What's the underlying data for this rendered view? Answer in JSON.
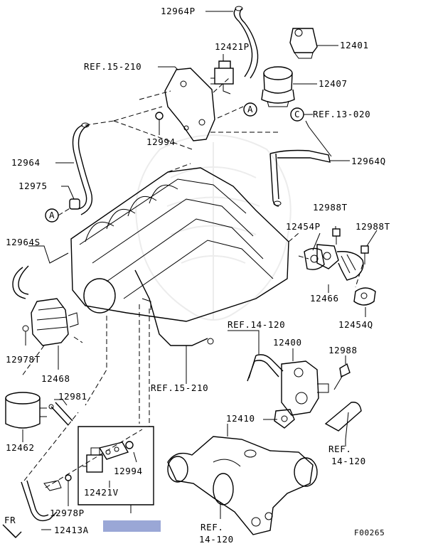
{
  "labels": {
    "p12964p": "12964P",
    "p12421p": "12421P",
    "p12401": "12401",
    "ref15210_top": "REF.15-210",
    "p12407": "12407",
    "circleA": "A",
    "ref13020": "REF.13-020",
    "p12994_top": "12994",
    "p12964": "12964",
    "p12964q": "12964Q",
    "p12975": "12975",
    "p12988t_left": "12988T",
    "p12988t_right": "12988T",
    "p12454p": "12454P",
    "p12964s": "12964S",
    "p12466": "12466",
    "p12454q": "12454Q",
    "ref14120_top": "REF.14-120",
    "p12400": "12400",
    "p12988": "12988",
    "p12978t": "12978T",
    "p12468": "12468",
    "ref15210_mid": "REF.15-210",
    "p12981": "12981",
    "p12410": "12410",
    "p12462": "12462",
    "ref14120_right_1": "REF.",
    "ref14120_right_2": "14-120",
    "p12994_bottom": "12994",
    "p12421v": "12421V",
    "p12978p": "12978P",
    "fr": "FR",
    "p12413a": "12413A",
    "ref14120_bottom_1": "REF.",
    "ref14120_bottom_2": "14-120",
    "figure_code": "F00265"
  },
  "highlight_color": "#9aa7d6"
}
